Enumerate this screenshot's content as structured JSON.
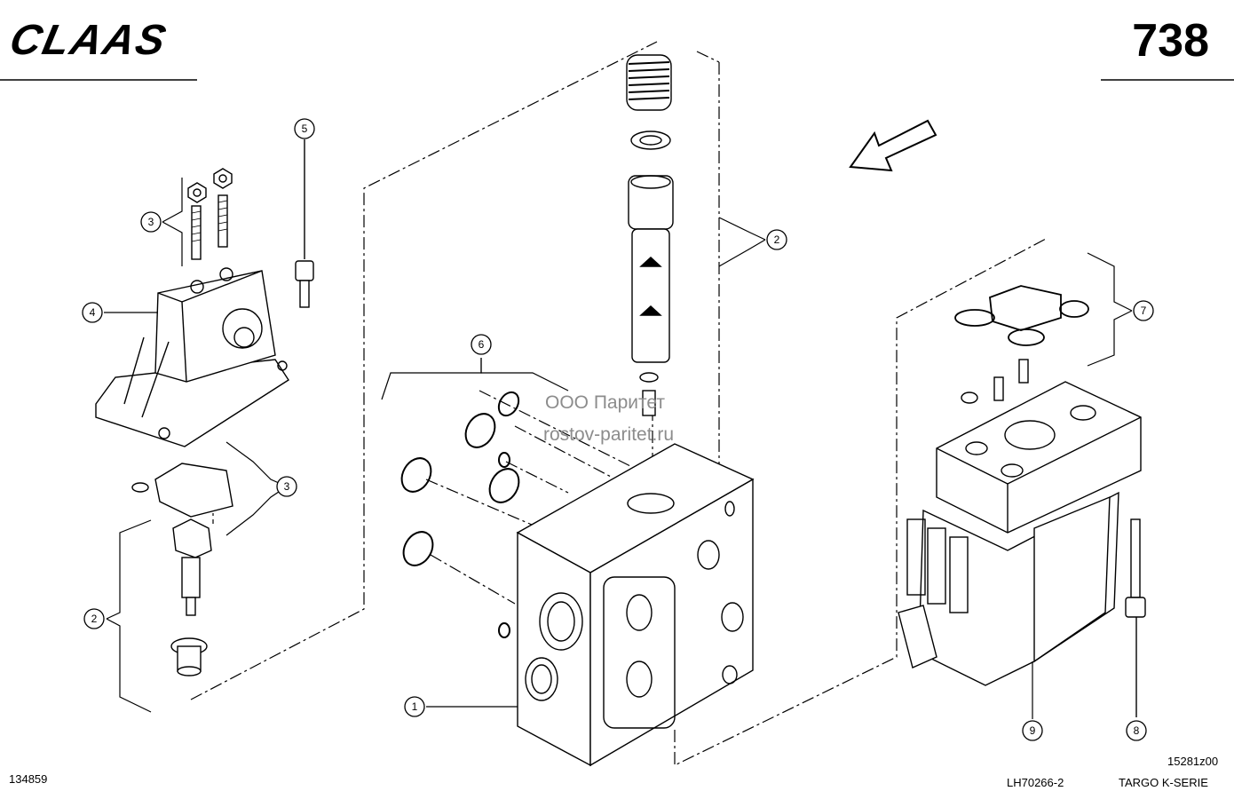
{
  "header": {
    "brand": "CLAAS",
    "page_number": "738"
  },
  "watermark": {
    "line1": "ООО Паритет",
    "line2": "rostov-paritet.ru"
  },
  "callouts": [
    "1",
    "2",
    "2",
    "3",
    "3",
    "4",
    "5",
    "6",
    "7",
    "8",
    "9"
  ],
  "footer": {
    "left_code": "134859",
    "drawing_ref": "LH70266-2",
    "figure_code": "15281z00",
    "series": "TARGO K-SERIE"
  },
  "colors": {
    "line": "#000000",
    "watermark": "#8c8c8c",
    "background": "#ffffff"
  }
}
